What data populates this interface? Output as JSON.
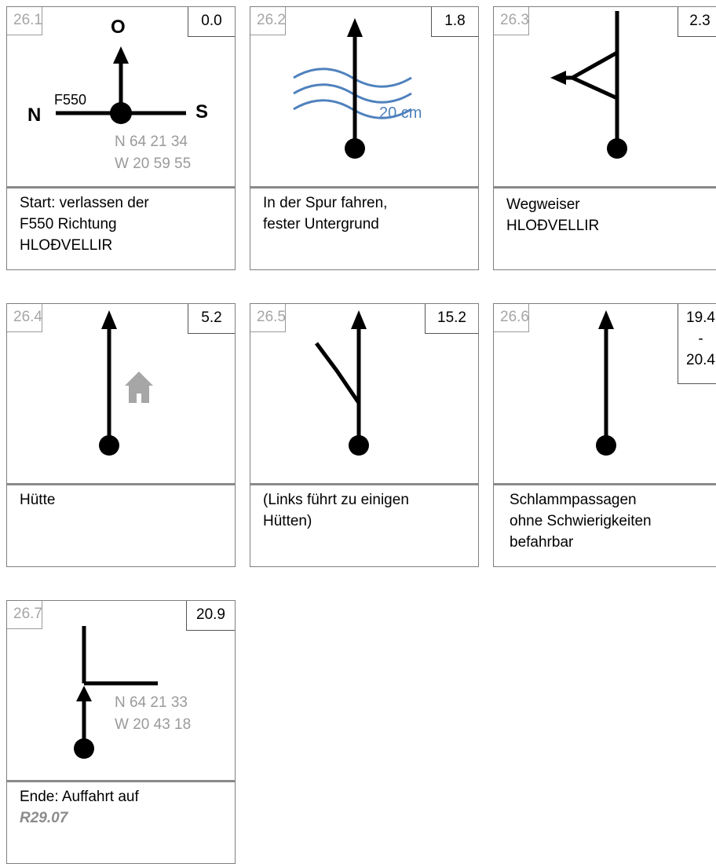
{
  "cards": [
    {
      "number": "26.1",
      "km": "0.0",
      "labels": {
        "north": "O",
        "west": "N",
        "east": "S",
        "road": "F550"
      },
      "coords": [
        "N  64 21 34",
        "W 20 59 55"
      ],
      "desc": [
        "Start: verlassen der",
        "F550 Richtung",
        "HLOÐVELLIR"
      ]
    },
    {
      "number": "26.2",
      "km": "1.8",
      "water_depth": "20 cm",
      "desc": [
        "In der Spur fahren,",
        "fester Untergrund"
      ]
    },
    {
      "number": "26.3",
      "km": "2.3",
      "desc": [
        "Wegweiser",
        "HLOÐVELLIR"
      ]
    },
    {
      "number": "26.4",
      "km": "5.2",
      "icon": "hut-icon",
      "desc": [
        "Hütte"
      ]
    },
    {
      "number": "26.5",
      "km": "15.2",
      "desc": [
        "(Links führt zu einigen",
        "Hütten)"
      ]
    },
    {
      "number": "26.6",
      "km_lines": [
        "19.4",
        "-",
        "20.4"
      ],
      "desc": [
        "Schlammpassagen",
        "ohne Schwierigkeiten",
        "befahrbar"
      ]
    },
    {
      "number": "26.7",
      "km": "20.9",
      "coords": [
        "N  64 21 33",
        "W 20 43 18"
      ],
      "desc": [
        "Ende: Auffahrt auf"
      ],
      "desc_ref": "R29.07"
    }
  ],
  "colors": {
    "track": "#000000",
    "water": "#4f81bd",
    "grey_text": "#9a9a9a",
    "hut": "#a6a6a6"
  }
}
